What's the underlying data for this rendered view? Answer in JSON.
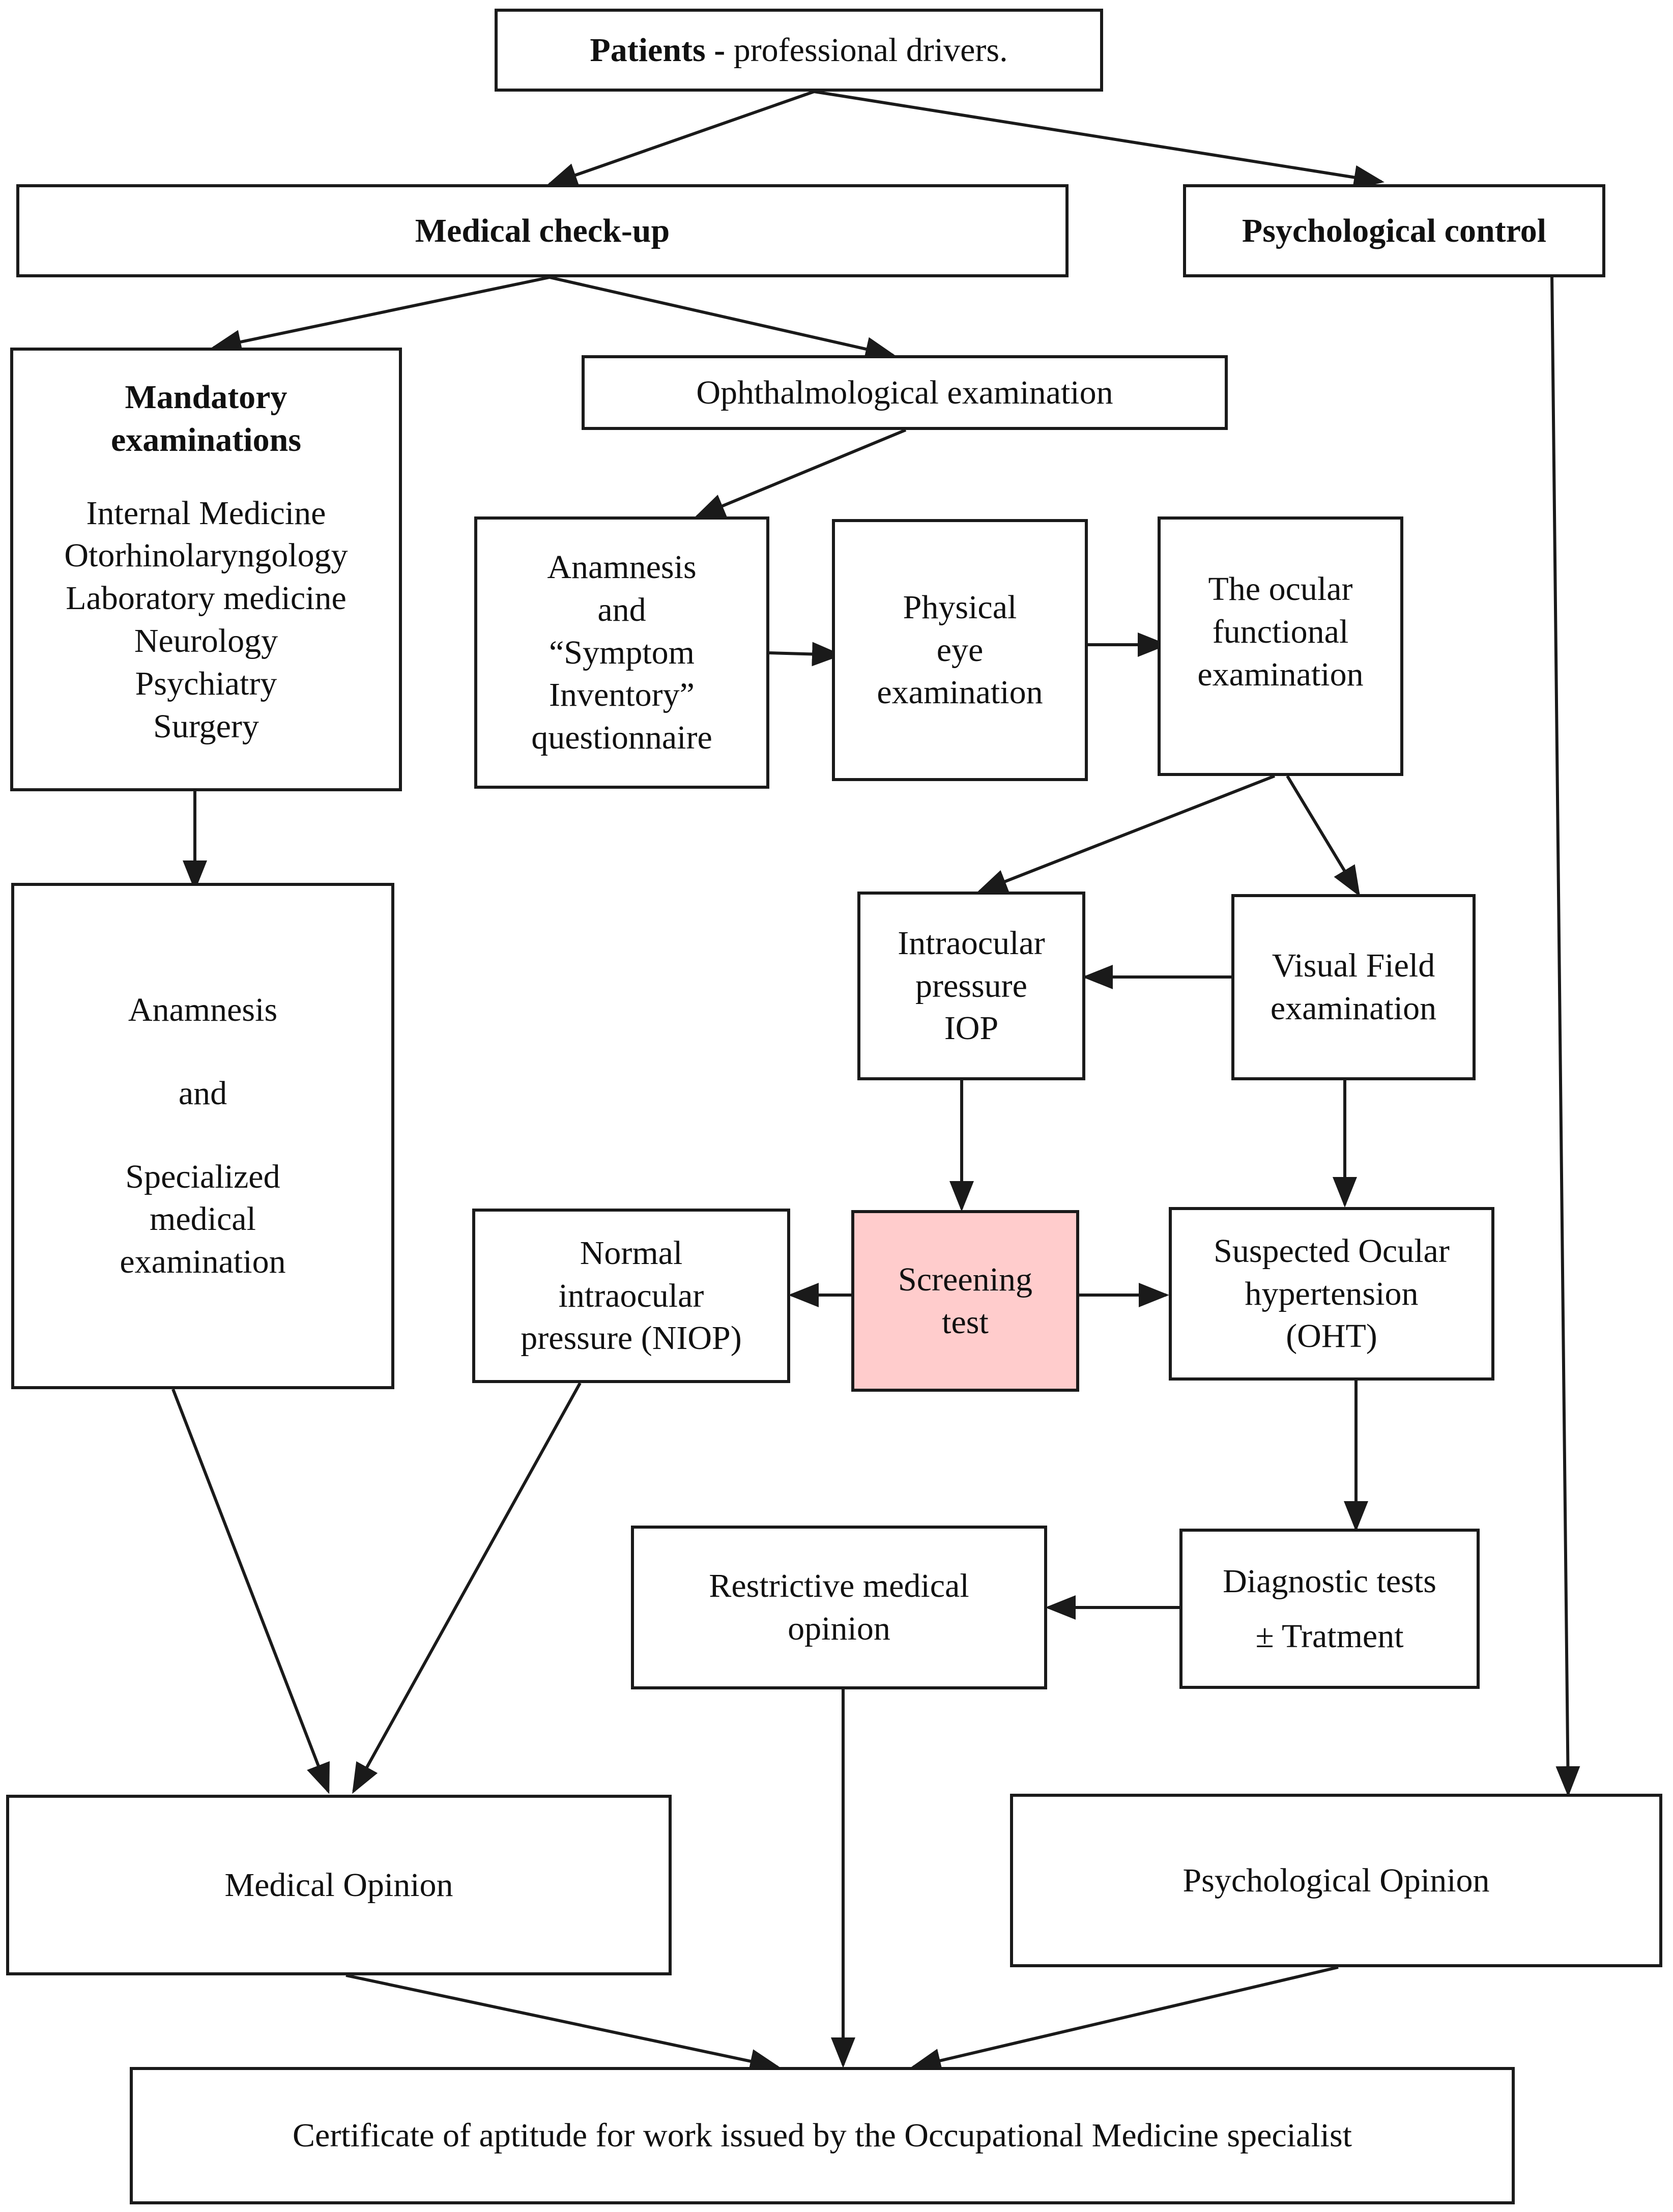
{
  "colors": {
    "border": "#1a1a1a",
    "arrow": "#1a1a1a",
    "highlight_fill": "#ffcccc",
    "background": "#ffffff"
  },
  "nodes": {
    "patients": {
      "bold": "Patients -",
      "rest": " professional drivers."
    },
    "medical_checkup": {
      "title": "Medical check-up"
    },
    "psychological_control": {
      "title": "Psychological control"
    },
    "mandatory": {
      "title_lines": [
        "Mandatory",
        "examinations"
      ],
      "items": [
        "Internal Medicine",
        "Otorhinolaryngology",
        "Laboratory medicine",
        "Neurology",
        "Psychiatry",
        "Surgery"
      ]
    },
    "ophthalmological": {
      "title": "Ophthalmological examination"
    },
    "anamnesis_symptom": {
      "lines": [
        "Anamnesis",
        "and",
        "“Symptom",
        "Inventory”",
        "questionnaire"
      ]
    },
    "physical_eye": {
      "lines": [
        "Physical",
        "eye",
        "examination"
      ]
    },
    "ocular_functional": {
      "lines": [
        "The ocular",
        "functional",
        "examination"
      ]
    },
    "anamnesis_specialized": {
      "line1": "Anamnesis",
      "line2": "and",
      "line3": [
        "Specialized",
        "medical",
        "examination"
      ]
    },
    "iop": {
      "lines": [
        "Intraocular",
        "pressure",
        "IOP"
      ]
    },
    "visual_field": {
      "lines": [
        "Visual Field",
        "examination"
      ]
    },
    "niop": {
      "lines": [
        "Normal",
        "intraocular",
        "pressure (NIOP)"
      ]
    },
    "screening": {
      "lines": [
        "Screening",
        "test"
      ]
    },
    "oht": {
      "lines": [
        "Suspected Ocular",
        "hypertension",
        "(OHT)"
      ]
    },
    "diagnostic": {
      "line1": "Diagnostic tests",
      "line2": "± Tratment"
    },
    "restrictive": {
      "lines": [
        "Restrictive medical",
        "opinion"
      ]
    },
    "medical_opinion": {
      "title": "Medical Opinion"
    },
    "psychological_opinion": {
      "title": "Psychological Opinion"
    },
    "certificate": {
      "title": "Certificate of aptitude for work issued by the Occupational Medicine specialist"
    }
  }
}
